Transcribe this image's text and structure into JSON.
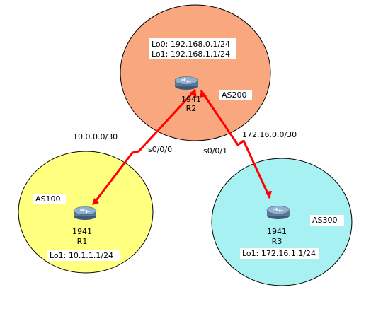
{
  "colors": {
    "as100": "#ffff80",
    "as200": "#f9a77f",
    "as300": "#a8f1f3",
    "link": "#ff0000",
    "label_bg": "#ffffff",
    "router_body": "#6f8faf"
  },
  "areas": {
    "as200": {
      "label": "AS200"
    },
    "as100": {
      "label": "AS100"
    },
    "as300": {
      "label": "AS300"
    }
  },
  "routers": {
    "r2": {
      "model": "1941",
      "name": "R2",
      "loopbacks": [
        "Lo0: 192.168.0.1/24",
        "Lo1: 192.168.1.1/24"
      ]
    },
    "r1": {
      "model": "1941",
      "name": "R1",
      "loopbacks": [
        "Lo1: 10.1.1.1/24"
      ]
    },
    "r3": {
      "model": "1941",
      "name": "R3",
      "loopbacks": [
        "Lo1: 172.16.1.1/24"
      ]
    }
  },
  "links": {
    "r1_r2": {
      "network": "10.0.0.0/30",
      "interface": "s0/0/0"
    },
    "r2_r3": {
      "network": "172.16.0.0/30",
      "interface": "s0/0/1"
    }
  },
  "icons": {
    "router": "router-icon"
  }
}
